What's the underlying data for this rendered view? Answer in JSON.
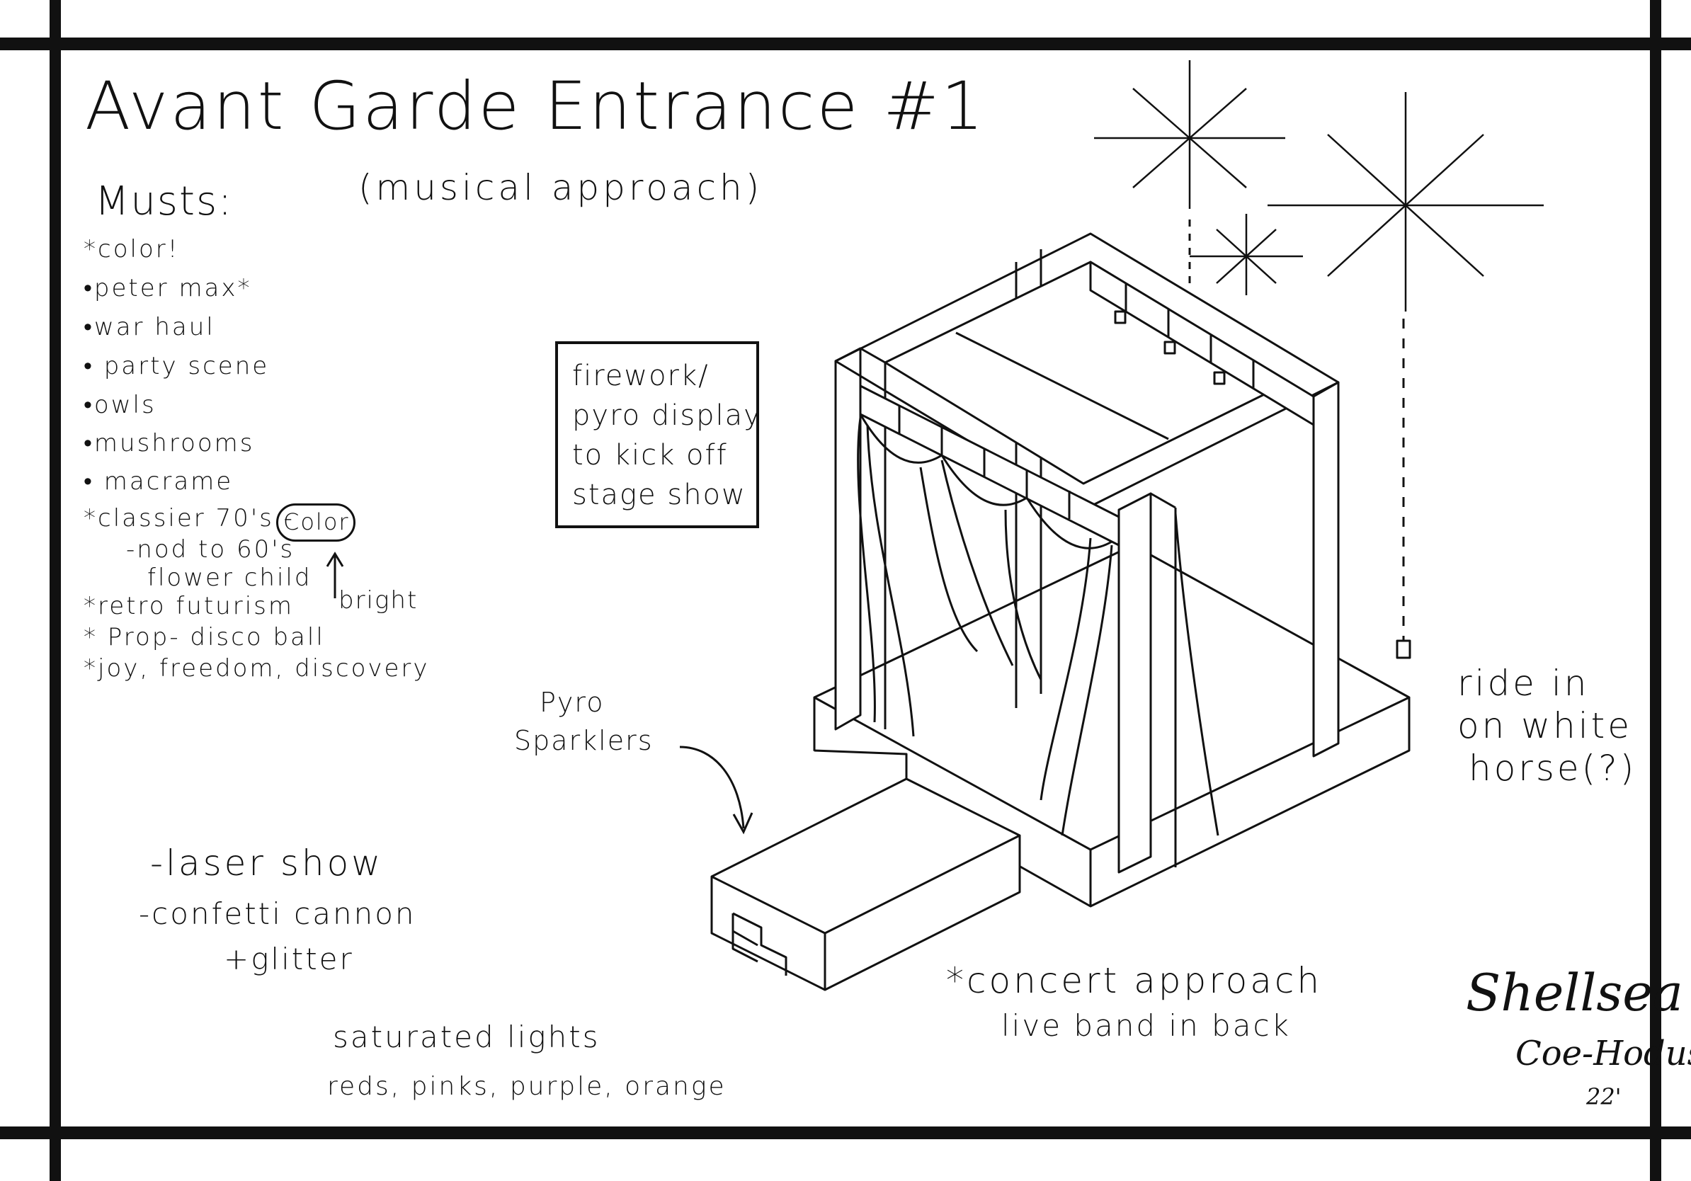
{
  "title": "Avant Garde Entrance #1",
  "subtitle": "(musical approach)",
  "musts": {
    "heading": "Musts:",
    "items": [
      "*color!",
      "•peter max*",
      "•war haul",
      "• party scene",
      "•owls",
      "•mushrooms",
      "• macrame",
      "*classier 70's -",
      "-nod to 60's",
      "flower child",
      "*retro futurism",
      "* Prop- disco ball",
      "*joy, freedom, discovery"
    ],
    "cloud_label": "Color",
    "bright_label": "bright"
  },
  "firework_note": [
    "firework/",
    "pyro display",
    "to kick off",
    "stage show"
  ],
  "pyro_label": [
    "Pyro",
    "Sparklers"
  ],
  "effects": [
    "-laser show",
    "-confetti cannon",
    "+glitter"
  ],
  "lights": {
    "heading": "saturated lights",
    "colors": "reds, pinks, purple, orange"
  },
  "concert": {
    "line1": "*concert approach",
    "line2": "live band in back"
  },
  "ride": [
    "ride in",
    "on white",
    "horse(?)"
  ],
  "signature": {
    "name": "Shellsea",
    "surname": "Coe-Hodus",
    "year": "22'"
  }
}
